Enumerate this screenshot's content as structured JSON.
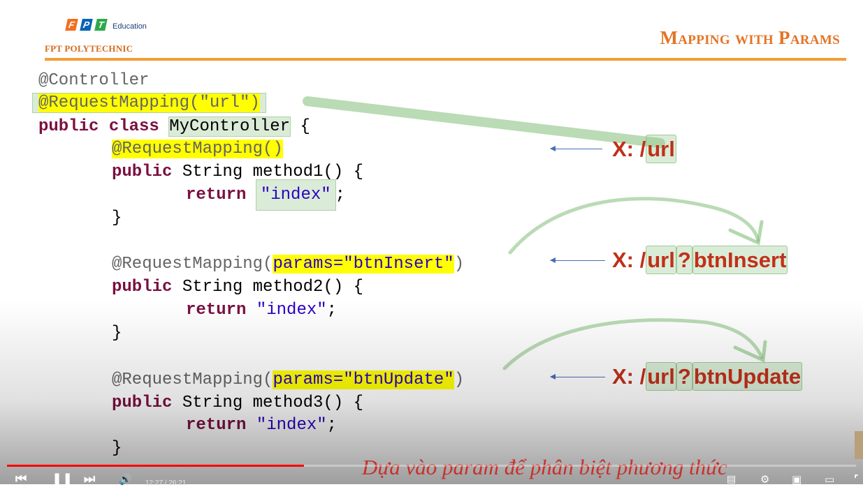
{
  "header": {
    "logo_letters": [
      "F",
      "P",
      "T"
    ],
    "logo_suffix": "Education",
    "org": "FPT POLYTECHNIC",
    "title": "Mapping with Params"
  },
  "code": {
    "l1": "@Controller",
    "l2": "@RequestMapping(\"url\")",
    "l3_kw": "public class",
    "l3_name": "MyController",
    "l3_end": " {",
    "l4": "@RequestMapping()",
    "l5_kw": "public",
    "l5_rest": " String method1() {",
    "l6_kw": "return",
    "l6_str": "\"index\"",
    "l6_end": ";",
    "close": "}",
    "l8_ann": "@RequestMapping(",
    "l8_param": "params=\"btnInsert\"",
    "l8_end": ")",
    "l9_rest": " String method2() {",
    "l12_param": "params=\"btnUpdate\"",
    "l13_rest": " String method3() {"
  },
  "labels": {
    "prefix": "X: /",
    "url": "url",
    "q": "?",
    "btn_insert": "btnInsert",
    "btn_update": "btnUpdate"
  },
  "player": {
    "caption": "Dựa vào param để phân biệt phương thức",
    "time": "12:27 / 26:21",
    "progress": 0.35,
    "icons": [
      "skip-back-icon",
      "pause-icon",
      "skip-next-icon",
      "volume-icon",
      "subtitles-icon",
      "settings-icon",
      "miniplayer-icon",
      "theater-icon",
      "fullscreen-icon"
    ]
  },
  "colors": {
    "accent": "#e47426",
    "label": "#c0301a",
    "highlight": "#ffff00",
    "progress": "#ff0000"
  }
}
